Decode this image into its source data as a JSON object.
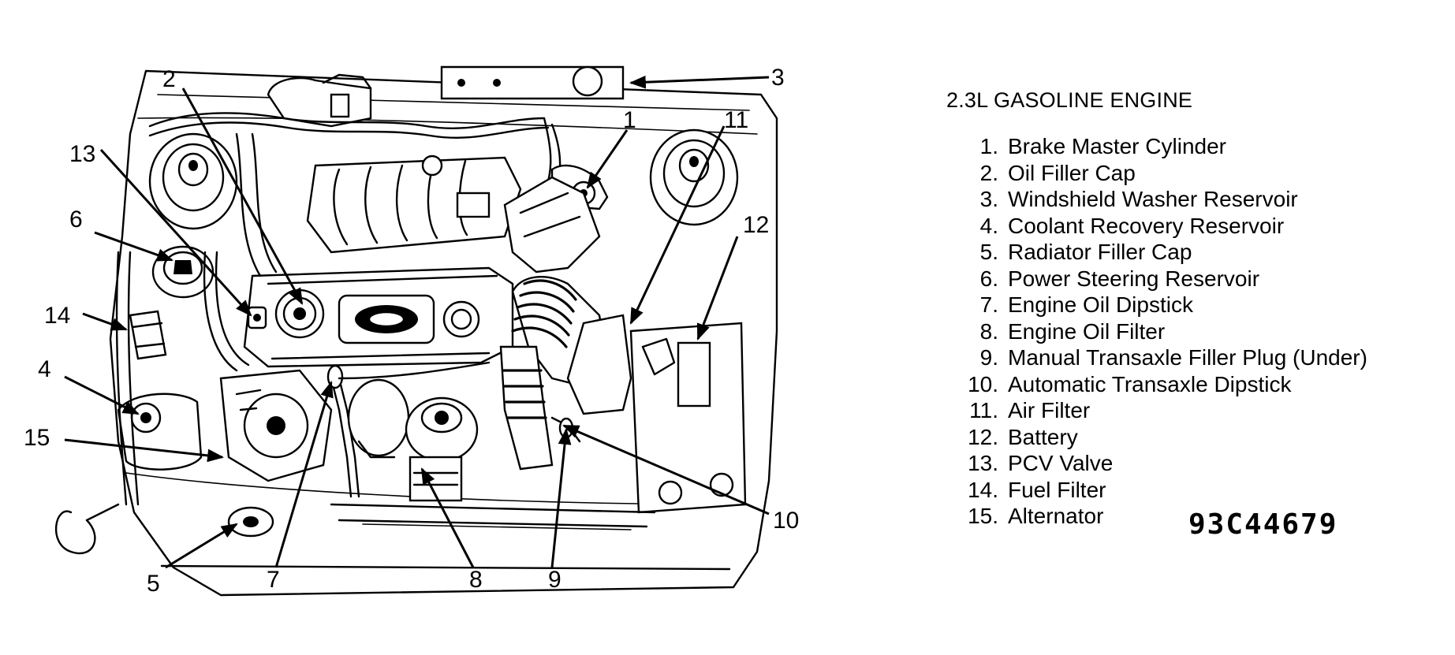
{
  "diagram": {
    "title": "2.3L GASOLINE ENGINE",
    "figure_code": "93C44679",
    "callouts": [
      "1",
      "2",
      "3",
      "4",
      "5",
      "6",
      "7",
      "8",
      "9",
      "10",
      "11",
      "12",
      "13",
      "14",
      "15"
    ],
    "legend": [
      {
        "num": "1.",
        "label": "Brake Master Cylinder"
      },
      {
        "num": "2.",
        "label": "Oil Filler Cap"
      },
      {
        "num": "3.",
        "label": "Windshield Washer Reservoir"
      },
      {
        "num": "4.",
        "label": "Coolant Recovery Reservoir"
      },
      {
        "num": "5.",
        "label": "Radiator Filler Cap"
      },
      {
        "num": "6.",
        "label": "Power Steering Reservoir"
      },
      {
        "num": "7.",
        "label": "Engine Oil Dipstick"
      },
      {
        "num": "8.",
        "label": "Engine Oil Filter"
      },
      {
        "num": "9.",
        "label": "Manual Transaxle Filler Plug (Under)"
      },
      {
        "num": "10.",
        "label": "Automatic Transaxle Dipstick"
      },
      {
        "num": "11.",
        "label": "Air Filter"
      },
      {
        "num": "12.",
        "label": "Battery"
      },
      {
        "num": "13.",
        "label": "PCV Valve"
      },
      {
        "num": "14.",
        "label": "Fuel Filter"
      },
      {
        "num": "15.",
        "label": "Alternator"
      }
    ]
  }
}
